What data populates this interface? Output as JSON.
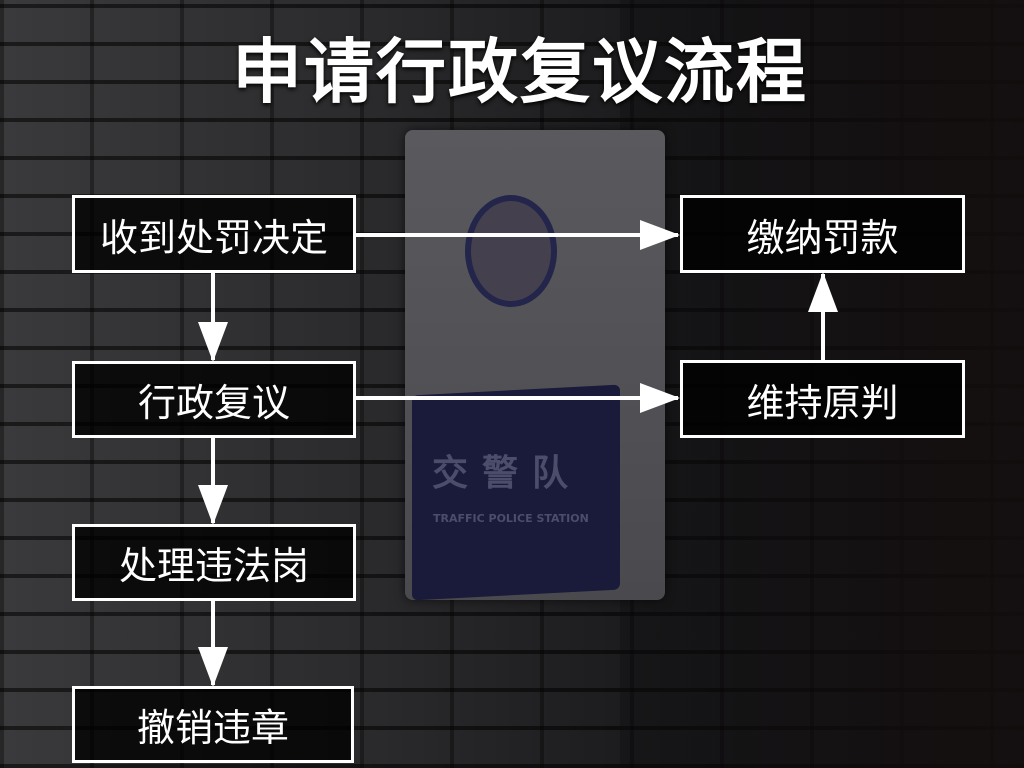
{
  "title": "申请行政复议流程",
  "background_sign": {
    "chinese": "交警队",
    "english": "TRAFFIC POLICE STATION"
  },
  "nodes": {
    "receive_penalty": "收到处罚决定",
    "admin_review": "行政复议",
    "handle_violation": "处理违法岗",
    "revoke_violation": "撤销违章",
    "pay_fine": "缴纳罚款",
    "uphold_decision": "维持原判"
  },
  "edges": [
    [
      "receive_penalty",
      "pay_fine"
    ],
    [
      "receive_penalty",
      "admin_review"
    ],
    [
      "admin_review",
      "uphold_decision"
    ],
    [
      "admin_review",
      "handle_violation"
    ],
    [
      "handle_violation",
      "revoke_violation"
    ],
    [
      "uphold_decision",
      "pay_fine"
    ]
  ]
}
